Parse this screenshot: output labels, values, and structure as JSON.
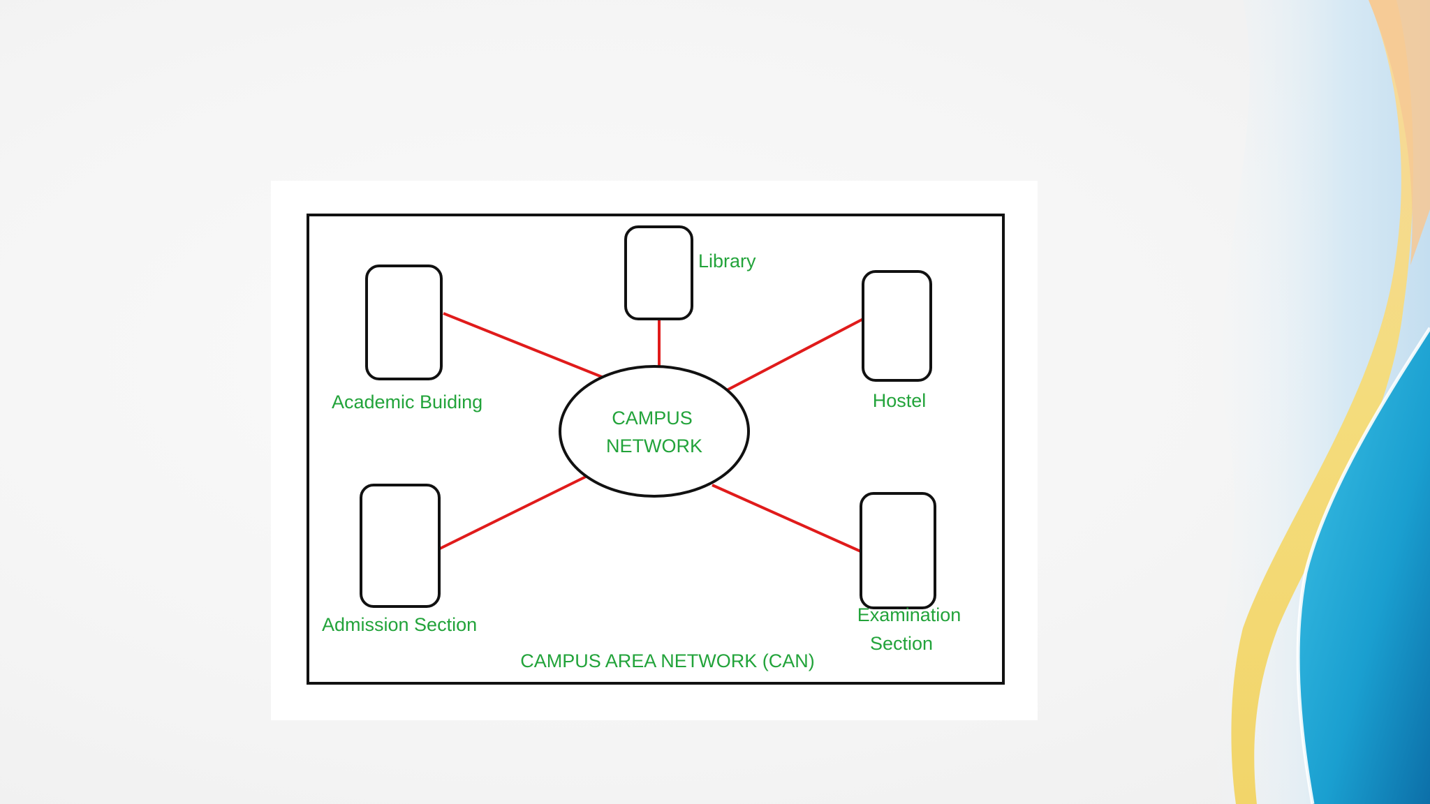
{
  "diagram": {
    "hub": {
      "line1": "CAMPUS",
      "line2": "NETWORK"
    },
    "nodes": {
      "library": "Library",
      "academic": "Academic Buiding",
      "hostel": "Hostel",
      "admission": "Admission Section",
      "examination_line1": "Examination",
      "examination_line2": "Section"
    },
    "caption": "CAMPUS AREA NETWORK (CAN)",
    "colors": {
      "label": "#22a33a",
      "link": "#e01b1b",
      "outline": "#111111"
    }
  }
}
